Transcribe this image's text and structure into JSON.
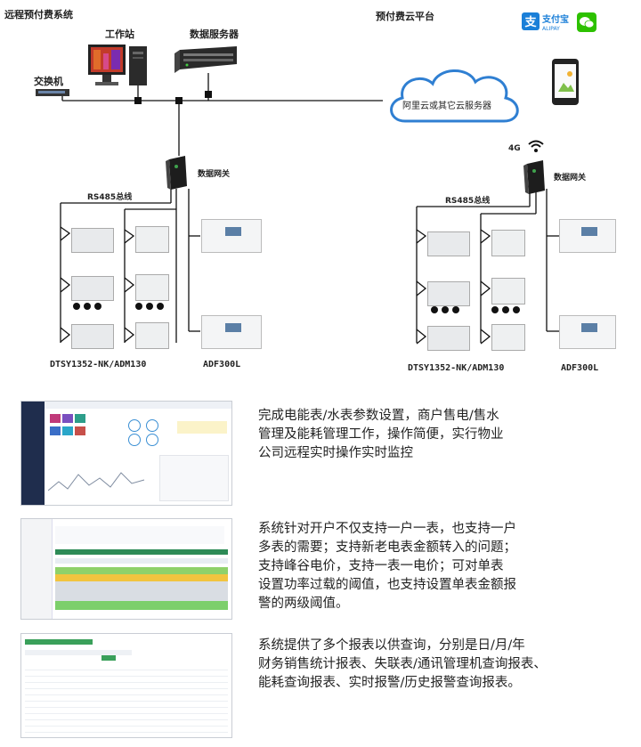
{
  "diagram": {
    "title": "远程预付费系统",
    "cloud_platform": "预付费云平台",
    "workstation": "工作站",
    "data_server": "数据服务器",
    "switch": "交换机",
    "cloud_server": "阿里云或其它云服务器",
    "gateway_left": "数据网关",
    "gateway_right": "数据网关",
    "signal_4g": "4G",
    "rs485_left": "RS485总线",
    "rs485_right": "RS485总线",
    "meter_group_left_a": "DTSY1352-NK/ADM130",
    "meter_group_left_b": "ADF300L",
    "meter_group_right_a": "DTSY1352-NK/ADM130",
    "meter_group_right_b": "ADF300L",
    "alipay": "支付宝",
    "alipay_en": "ALIPAY",
    "colors": {
      "alipay": "#1a7fd8",
      "wechat": "#2dc100",
      "cloud": "#2f7fd2"
    }
  },
  "features": [
    {
      "lines": [
        "完成电能表/水表参数设置，商户售电/售水",
        "管理及能耗管理工作，操作简便，实行物业",
        "公司远程实时操作实时监控"
      ]
    },
    {
      "lines": [
        "系统针对开户不仅支持一户一表，也支持一户",
        "多表的需要；支持新老电表金额转入的问题；",
        "支持峰谷电价，支持一表一电价；可对单表",
        "设置功率过载的阈值，也支持设置单表金额报",
        "警的两级阈值。"
      ]
    },
    {
      "lines": [
        "系统提供了多个报表以供查询，分别是日/月/年",
        "财务销售统计报表、失联表/通讯管理机查询报表、",
        "能耗查询报表、实时报警/历史报警查询报表。"
      ]
    }
  ]
}
